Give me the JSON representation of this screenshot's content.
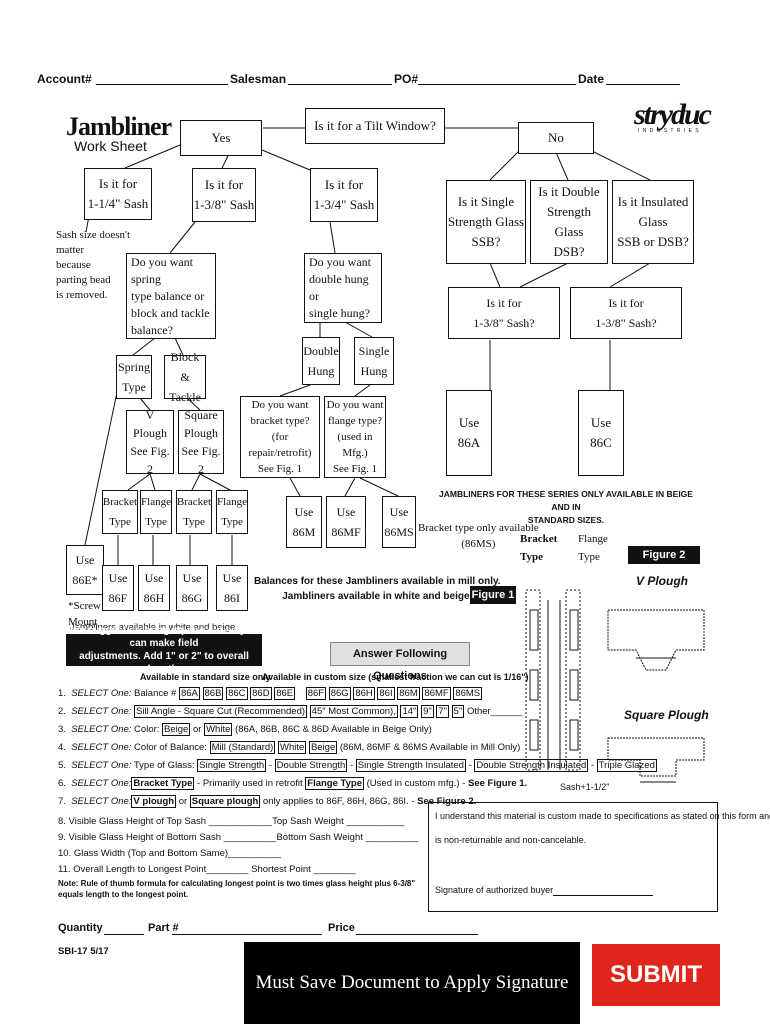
{
  "header": {
    "account": "Account#",
    "salesman": "Salesman",
    "po": "PO#",
    "date": "Date"
  },
  "title": {
    "main": "Jambliner",
    "sub": "Work Sheet"
  },
  "brand": {
    "logo": "stryduc",
    "tagline": "I N D U S T R I E S"
  },
  "flow": {
    "tilt": "Is it for a Tilt Window?",
    "yes": "Yes",
    "no": "No",
    "sash114": "Is it for\n1-1/4\" Sash",
    "sash138": "Is it for\n1-3/8\" Sash",
    "sash134": "Is it for\n1-3/4\" Sash",
    "note_sash": "Sash size doesn't\nmatter\nbecause\nparting bead\nis removed.",
    "spring_q": "Do you want spring\ntype balance or\nblock  and tackle\nbalance?",
    "dh_q": "Do you want\ndouble hung or\nsingle hung?",
    "spring": "Spring\nType",
    "block": "Block &\nTackle",
    "double": "Double\nHung",
    "single": "Single\nHung",
    "vplough": "V\nPlough\nSee Fig. 2",
    "square": "Square\nPlough\nSee Fig. 2",
    "bracket_q": "Do you want\nbracket type?\n(for repair/retrofit)\nSee Fig. 1",
    "flange_q": "Do you want\nflange type?\n(used in Mfg.)\nSee Fig. 1",
    "bracket_type": "Bracket\nType",
    "flange_type": "Flange\nType",
    "use86e": "Use\n86E*",
    "screw": "*Screw\nMount",
    "use86f": "Use\n86F",
    "use86h": "Use\n86H",
    "use86g": "Use\n86G",
    "use86i": "Use\n86I",
    "use86m": "Use\n86M",
    "use86mf": "Use\n86MF",
    "use86ms": "Use\n86MS",
    "bracket_only": "Bracket  type only available\n(86MS)",
    "ssb": "Is it Single\nStrength Glass\nSSB?",
    "dsb": "Is it Double\nStrength Glass\nDSB?",
    "insulated": "Is it Insulated\nGlass\nSSB or DSB?",
    "sash138a": "Is it for\n1-3/8\" Sash?",
    "sash138b": "Is it for\n1-3/8\" Sash?",
    "use86a": "Use\n86A",
    "use86c": "Use\n86C",
    "beige_note": "JAMBLINERS FOR THESE SERIES ONLY AVAILABLE IN BEIGE AND IN\nSTANDARD SIZES.",
    "balances_note": "Balances for these Jambliners available in mill only.\nJambliners available in white and beige.",
    "white_beige": "Jambliners available in white and beige",
    "suggest": "We suggest ordering square cut so you can make field\nadjustments.  Add 1\" or 2\" to overall length."
  },
  "figures": {
    "fig1": "Figure 1",
    "fig2": "Figure 2",
    "vplough": "V Plough",
    "square": "Square Plough",
    "bracket": "Bracket\nType",
    "flange": "Flange\nType",
    "sash": "Sash+1-1/2\""
  },
  "answer": {
    "title": "Answer Following Questions",
    "avail_std": "Available in standard size only",
    "avail_custom": "Available in custom size  (smallest fraction we can cut is 1/16\")",
    "q1_num": "1.",
    "q1_lead": "SELECT One:",
    "q1_text": " Balance #",
    "q1_std": [
      "86A",
      "86B",
      "86C",
      "86D",
      "86E"
    ],
    "q1_custom": [
      "86F",
      "86G",
      "86H",
      "86I",
      "86M",
      "86MF",
      "86MS"
    ],
    "q2_num": "2.",
    "q2_lead": "SELECT One:",
    "q2_a": "Sill Angle - Square Cut (Recommended)",
    "q2_b": "45\" Most Common),",
    "q2_c": "14\"",
    "q2_d": "9\"",
    "q2_e": "7\"",
    "q2_f": "5\"",
    "q2_other": "Other",
    "q3_num": "3.",
    "q3_lead": "SELECT One:",
    "q3_text": " Color: ",
    "q3_a": "Beige",
    "q3_or": " or ",
    "q3_b": "White",
    "q3_rest": " (86A, 86B, 86C & 86D Available in Beige Only)",
    "q4_num": "4.",
    "q4_lead": "SELECT One:",
    "q4_text": " Color of Balance: ",
    "q4_a": "Mill (Standard)",
    "q4_b": "White",
    "q4_c": "Beige",
    "q4_rest": " (86M, 86MF & 86MS Available in Mill Only)",
    "q5_num": "5.",
    "q5_lead": "SELECT One:",
    "q5_text": " Type of Glass: ",
    "q5_a": "Single Strength",
    "q5_b": "Double Strength",
    "q5_c": "Single Strength Insulated",
    "q5_d": "Double Strength Insulated",
    "q5_e": "Triple Glazed",
    "q6_num": "6.",
    "q6_lead": "SELECT One:",
    "q6_a": "Bracket Type",
    "q6_b": " - Primarily used in retrofit ",
    "q6_c": "Flange Type",
    "q6_d": " (Used in custom mfg.) - ",
    "q6_e": "See Figure 1.",
    "q7_num": "7.",
    "q7_lead": "SELECT One:",
    "q7_a": "V plough",
    "q7_or": " or ",
    "q7_b": "Square plough",
    "q7_c": " only applies to 86F, 86H, 86G, 86I. - ",
    "q7_d": "See Figure 2.",
    "q8": "8.    Visible Glass Height of Top Sash ____________Top Sash Weight ___________",
    "q9": "9.    Visible Glass Height of Bottom Sash __________Bottom Sash Weight __________",
    "q10": "10.  Glass Width (Top and Bottom Same)__________",
    "q11": "11.  Overall Length to Longest Point________ Shortest Point ________",
    "rule": "Note: Rule of thumb formula for calculating longest point is two times glass height plus 6-3/8\"\nequals length to the longest point."
  },
  "disclaimer": {
    "text1": "I understand this material is custom made to specifications as stated on this form and",
    "text2": "is non-returnable and non-cancelable.",
    "signature": "Signature of authorized buyer"
  },
  "footer": {
    "quantity": "Quantity",
    "part": "Part #",
    "price": "Price",
    "code": "SBI-17  5/17",
    "save": "Must Save Document to Apply Signature",
    "submit": "SUBMIT"
  }
}
